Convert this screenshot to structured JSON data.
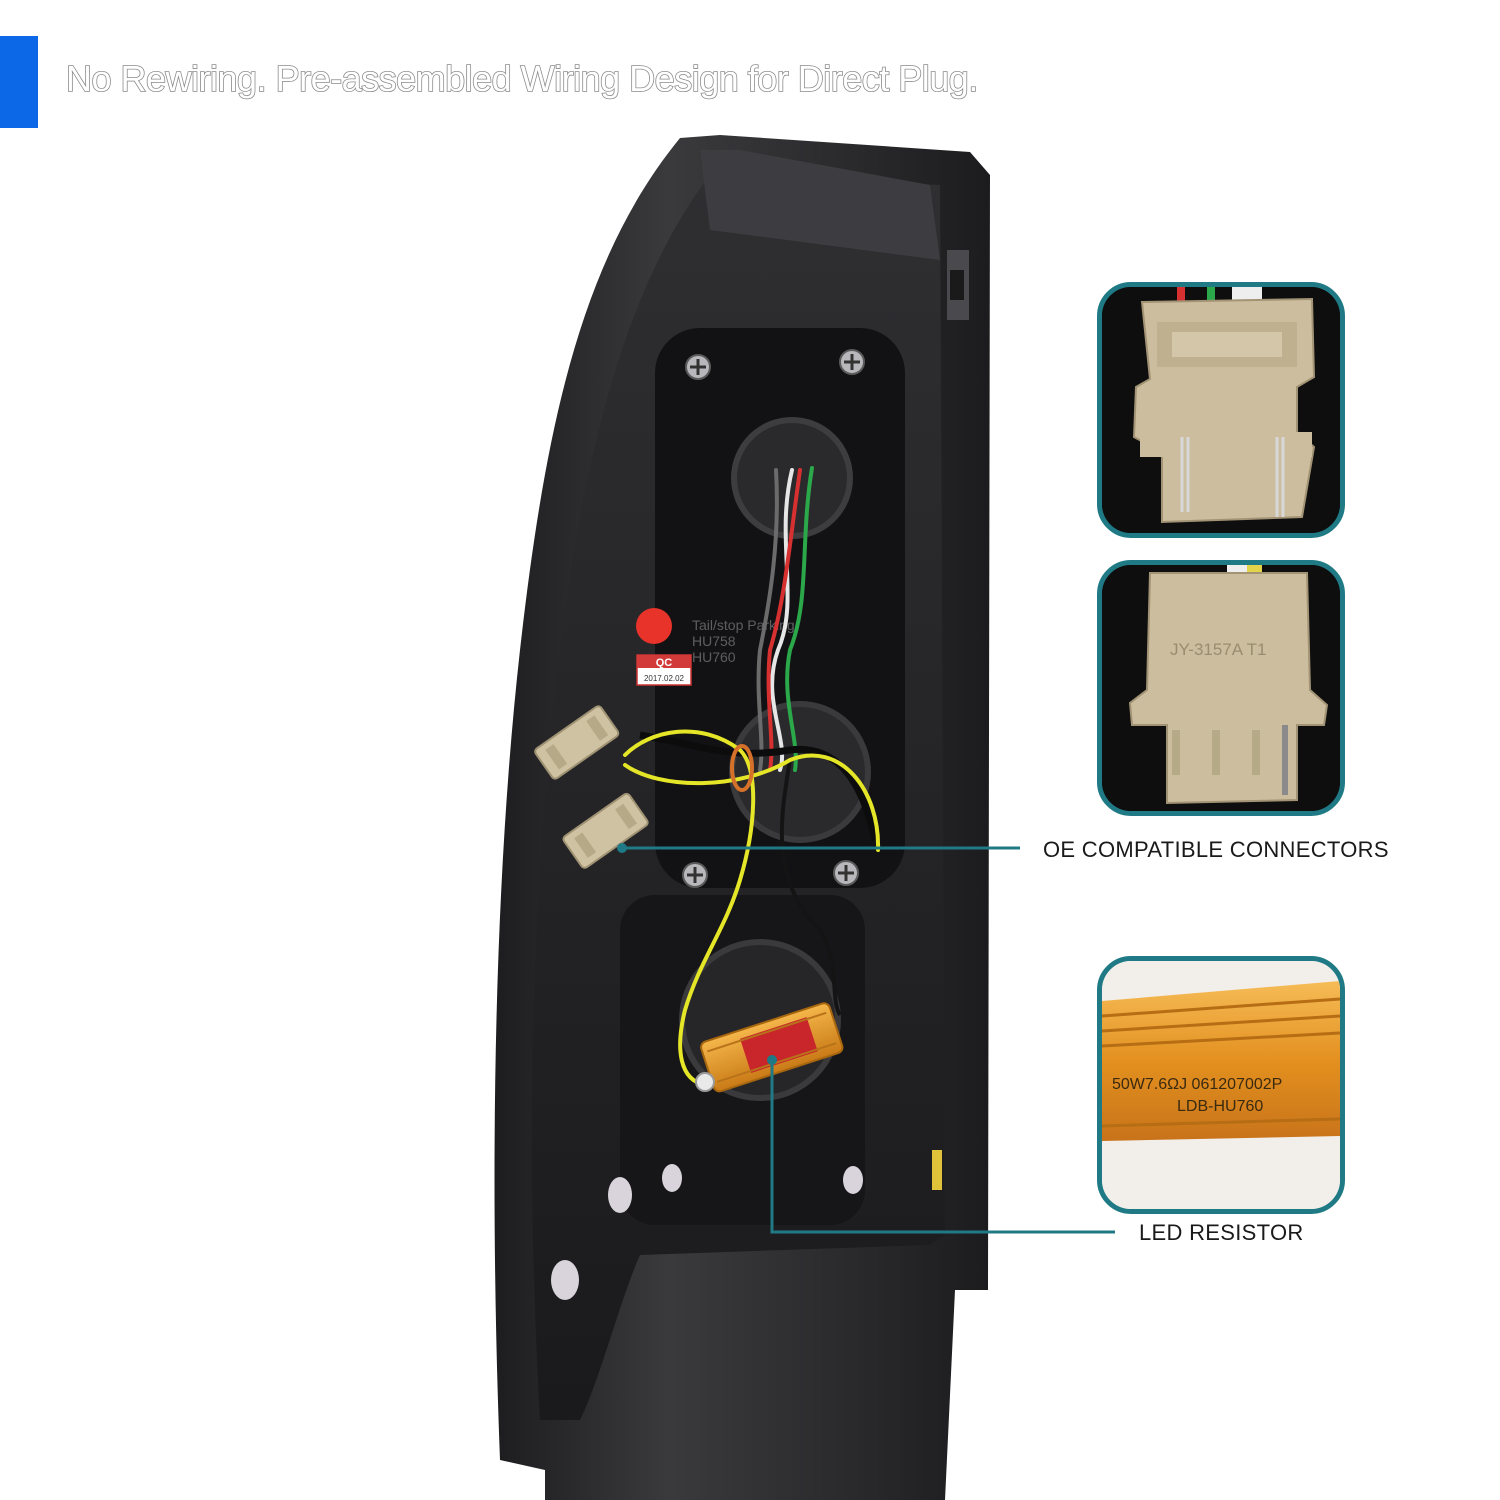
{
  "headline": "No Rewiring. Pre-assembled Wiring Design for Direct Plug.",
  "callouts": {
    "connectors_label": "OE COMPATIBLE CONNECTORS",
    "resistor_label": "LED RESISTOR"
  },
  "product_markings": {
    "housing_text_1": "Tail/stop Parking",
    "housing_text_2": "HU758",
    "housing_text_3": "HU760",
    "qc_label": "QC",
    "qc_date": "2017.02.02",
    "connector_marking": "JY-3157A T1",
    "resistor_marking_line1": "50W7.6ΩJ 061207002P",
    "resistor_marking_line2": "LDB-HU760"
  },
  "colors": {
    "accent_blue": "#0c68e6",
    "callout_teal": "#1f7a85",
    "housing_dark": "#2a2a2c",
    "resistor_gold": "#e79a2a",
    "wire_yellow": "#e6e628"
  }
}
